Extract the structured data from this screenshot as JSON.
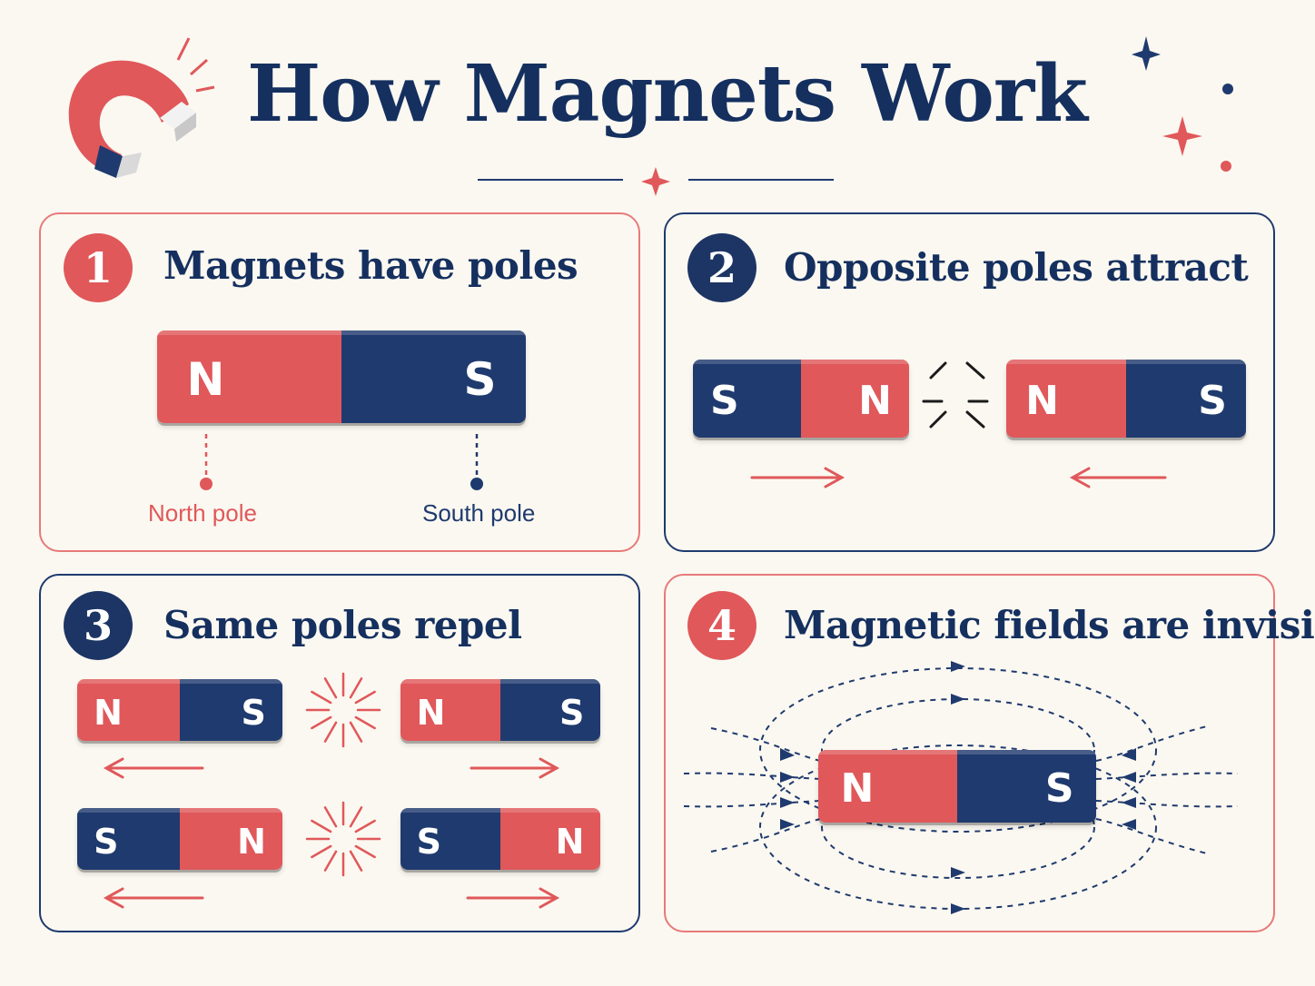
{
  "title": "How Magnets Work",
  "colors": {
    "red": "#e0585a",
    "navy": "#1f3a6e",
    "background": "#fbf8f1",
    "title": "#15305f"
  },
  "panels": [
    {
      "number": "1",
      "title": "Magnets have poles",
      "north_label": "North pole",
      "south_label": "South pole"
    },
    {
      "number": "2",
      "title": "Opposite poles attract"
    },
    {
      "number": "3",
      "title": "Same poles repel"
    },
    {
      "number": "4",
      "title": "Magnetic fields are invisible"
    }
  ],
  "poles": {
    "north": "N",
    "south": "S"
  },
  "icons": [
    "horseshoe-magnet-icon",
    "sparkle-icon",
    "attraction-lines-icon",
    "repulsion-burst-icon",
    "arrow-icon",
    "field-line-arrow-icon"
  ]
}
